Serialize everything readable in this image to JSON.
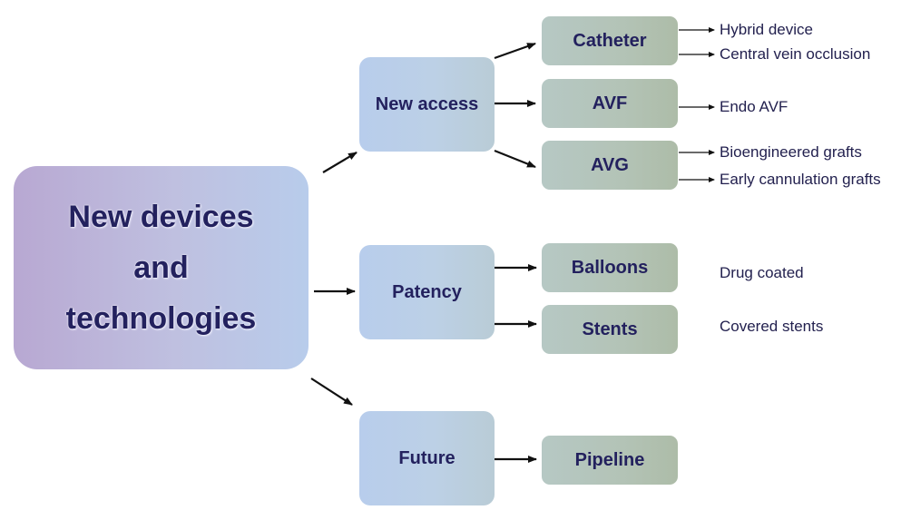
{
  "root": {
    "lines": [
      "New devices",
      "and",
      "technologies"
    ]
  },
  "branches": [
    {
      "label": "New access",
      "children": [
        {
          "label": "Catheter",
          "notes": [
            "Hybrid device",
            "Central vein occlusion"
          ]
        },
        {
          "label": "AVF",
          "notes": [
            "Endo AVF"
          ]
        },
        {
          "label": "AVG",
          "notes": [
            "Bioengineered grafts",
            "Early cannulation grafts"
          ]
        }
      ]
    },
    {
      "label": "Patency",
      "children": [
        {
          "label": "Balloons",
          "notes": [
            "Drug coated"
          ]
        },
        {
          "label": "Stents",
          "notes": [
            "Covered stents"
          ]
        }
      ]
    },
    {
      "label": "Future",
      "children": [
        {
          "label": "Pipeline",
          "notes": []
        }
      ]
    }
  ],
  "colors": {
    "text": "#23215e",
    "arrow": "#111111"
  }
}
